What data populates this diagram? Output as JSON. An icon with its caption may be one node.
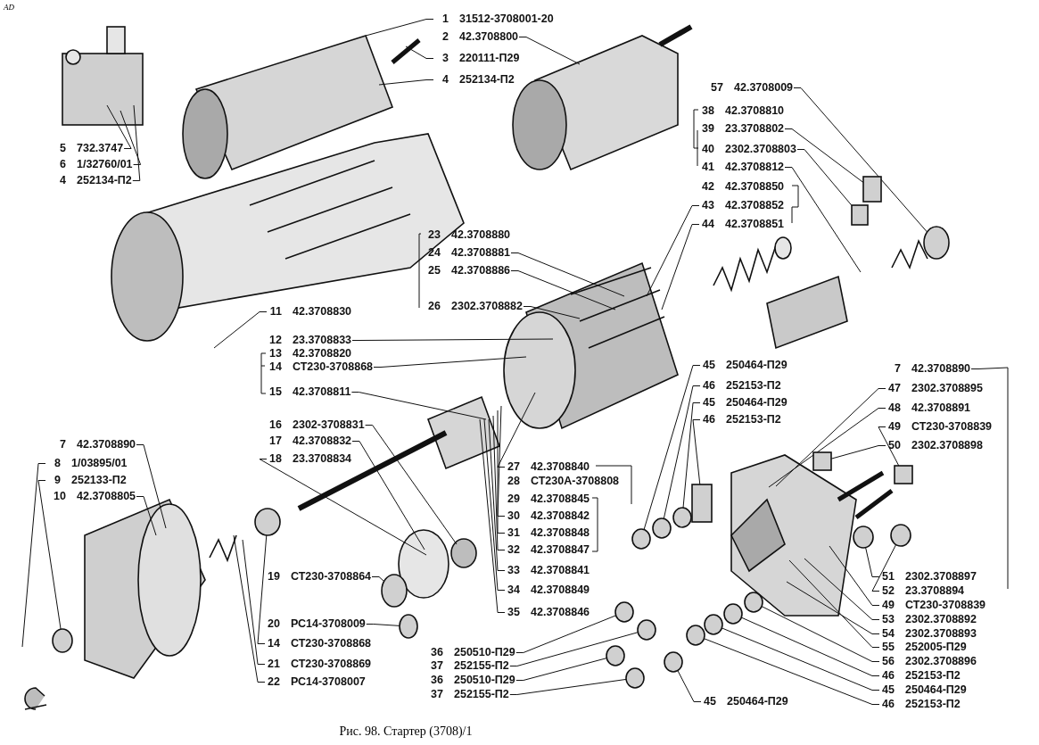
{
  "diagram": {
    "caption": "Рис. 98. Стартер (3708)/1",
    "nodes": [
      {
        "text": [
          "1",
          "31512-3708001-20"
        ]
      },
      {
        "text": [
          "2",
          "42.3708800"
        ]
      },
      {
        "text": [
          "3",
          "220111-П29"
        ]
      },
      {
        "text": [
          "4",
          "252134-П2"
        ]
      },
      {
        "text": [
          "5",
          "732.3747"
        ]
      },
      {
        "text": [
          "6",
          "1/32760/01"
        ]
      },
      {
        "text": [
          "4",
          "252134-П2"
        ]
      },
      {
        "text": [
          "57",
          "42.3708009"
        ]
      },
      {
        "text": [
          "38",
          "42.3708810"
        ]
      },
      {
        "text": [
          "39",
          "23.3708802"
        ]
      },
      {
        "text": [
          "40",
          "2302.3708803"
        ]
      },
      {
        "text": [
          "41",
          "42.3708812"
        ]
      },
      {
        "text": [
          "42",
          "42.3708850"
        ]
      },
      {
        "text": [
          "43",
          "42.3708852"
        ]
      },
      {
        "text": [
          "44",
          "42.3708851"
        ]
      },
      {
        "text": [
          "23",
          "42.3708880"
        ]
      },
      {
        "text": [
          "24",
          "42.3708881"
        ]
      },
      {
        "text": [
          "25",
          "42.3708886"
        ]
      },
      {
        "text": [
          "26",
          "2302.3708882"
        ]
      },
      {
        "text": [
          "11",
          "42.3708830"
        ]
      },
      {
        "text": [
          "12",
          "23.3708833"
        ]
      },
      {
        "text": [
          "13",
          "42.3708820"
        ]
      },
      {
        "text": [
          "14",
          "СТ230-3708868"
        ]
      },
      {
        "text": [
          "15",
          "42.3708811"
        ]
      },
      {
        "text": [
          "16",
          "2302-3708831"
        ]
      },
      {
        "text": [
          "17",
          "42.3708832"
        ]
      },
      {
        "text": [
          "18",
          "23.3708834"
        ]
      },
      {
        "text": [
          "27",
          "42.3708840"
        ]
      },
      {
        "text": [
          "28",
          "СТ230А-3708808"
        ]
      },
      {
        "text": [
          "29",
          "42.3708845"
        ]
      },
      {
        "text": [
          "30",
          "42.3708842"
        ]
      },
      {
        "text": [
          "31",
          "42.3708848"
        ]
      },
      {
        "text": [
          "32",
          "42.3708847"
        ]
      },
      {
        "text": [
          "33",
          "42.3708841"
        ]
      },
      {
        "text": [
          "34",
          "42.3708849"
        ]
      },
      {
        "text": [
          "35",
          "42.3708846"
        ]
      },
      {
        "text": [
          "36",
          "250510-П29"
        ]
      },
      {
        "text": [
          "37",
          "252155-П2"
        ]
      },
      {
        "text": [
          "36",
          "250510-П29"
        ]
      },
      {
        "text": [
          "37",
          "252155-П2"
        ]
      },
      {
        "text": [
          "19",
          "СТ230-3708864"
        ]
      },
      {
        "text": [
          "20",
          "РС14-3708009"
        ]
      },
      {
        "text": [
          "14",
          "СТ230-3708868"
        ]
      },
      {
        "text": [
          "21",
          "СТ230-3708869"
        ]
      },
      {
        "text": [
          "22",
          "РС14-3708007"
        ]
      },
      {
        "text": [
          "7",
          "42.3708890"
        ]
      },
      {
        "text": [
          "8",
          "1/03895/01"
        ]
      },
      {
        "text": [
          "9",
          "252133-П2"
        ]
      },
      {
        "text": [
          "10",
          "42.3708805"
        ]
      },
      {
        "text": [
          "45",
          "250464-П29"
        ]
      },
      {
        "text": [
          "46",
          "252153-П2"
        ]
      },
      {
        "text": [
          "45",
          "250464-П29"
        ]
      },
      {
        "text": [
          "46",
          "252153-П2"
        ]
      },
      {
        "text": [
          "7",
          "42.3708890"
        ]
      },
      {
        "text": [
          "47",
          "2302.3708895"
        ]
      },
      {
        "text": [
          "48",
          "42.3708891"
        ]
      },
      {
        "text": [
          "49",
          "СТ230-3708839"
        ]
      },
      {
        "text": [
          "50",
          "2302.3708898"
        ]
      },
      {
        "text": [
          "51",
          "2302.3708897"
        ]
      },
      {
        "text": [
          "52",
          "23.3708894"
        ]
      },
      {
        "text": [
          "49",
          "СТ230-3708839"
        ]
      },
      {
        "text": [
          "53",
          "2302.3708892"
        ]
      },
      {
        "text": [
          "54",
          "2302.3708893"
        ]
      },
      {
        "text": [
          "55",
          "252005-П29"
        ]
      },
      {
        "text": [
          "56",
          "2302.3708896"
        ]
      },
      {
        "text": [
          "46",
          "252153-П2"
        ]
      },
      {
        "text": [
          "45",
          "250464-П29"
        ]
      },
      {
        "text": [
          "46",
          "252153-П2"
        ]
      },
      {
        "text": [
          "45",
          "250464-П29"
        ]
      },
      {
        "text": [],
        "shape": "circle"
      },
      {
        "text": [],
        "shape": "box"
      },
      {
        "text": [],
        "shape": "box"
      },
      {
        "text": [],
        "shape": "circle"
      },
      {
        "text": [],
        "shape": "circle"
      },
      {
        "text": [],
        "shape": "circle"
      },
      {
        "text": [],
        "shape": "circle"
      },
      {
        "text": [],
        "shape": "circle"
      },
      {
        "text": [],
        "shape": "circle"
      },
      {
        "text": [],
        "shape": "circle"
      },
      {
        "text": [],
        "shape": "circle"
      },
      {
        "text": [],
        "shape": "circle"
      },
      {
        "text": [],
        "shape": "circle"
      },
      {
        "text": [],
        "shape": "circle"
      },
      {
        "text": [],
        "shape": "box"
      },
      {
        "text": [],
        "shape": "box"
      },
      {
        "text": [],
        "shape": "box"
      },
      {
        "text": [],
        "shape": "circle"
      },
      {
        "text": [],
        "shape": "circle"
      },
      {
        "text": [],
        "shape": "circle"
      },
      {
        "text": [],
        "shape": "circle"
      },
      {
        "text": [],
        "shape": "circle"
      },
      {
        "text": [],
        "shape": "circle"
      },
      {
        "text": [],
        "shape": "circle"
      }
    ],
    "edges": [
      {
        "from": 0,
        "to": null,
        "arrow": "none"
      },
      {
        "from": 1,
        "to": null,
        "arrow": "none"
      },
      {
        "from": 2,
        "to": null,
        "arrow": "none"
      },
      {
        "from": 3,
        "to": null,
        "arrow": "none"
      },
      {
        "from": 4,
        "to": null,
        "arrow": "none"
      },
      {
        "from": 5,
        "to": null,
        "arrow": "none"
      },
      {
        "from": 6,
        "to": null,
        "arrow": "none"
      },
      {
        "from": 7,
        "to": 69,
        "arrow": "none"
      },
      {
        "from": 9,
        "to": 70,
        "arrow": "none"
      },
      {
        "from": 10,
        "to": 71,
        "arrow": "none"
      },
      {
        "from": 11,
        "to": null,
        "arrow": "none"
      },
      {
        "from": 13,
        "to": null,
        "arrow": "none"
      },
      {
        "from": 14,
        "to": null,
        "arrow": "none"
      },
      {
        "from": 16,
        "to": null,
        "arrow": "none"
      },
      {
        "from": 17,
        "to": null,
        "arrow": "none"
      },
      {
        "from": 18,
        "to": null,
        "arrow": "none"
      },
      {
        "from": 19,
        "to": null,
        "arrow": "none"
      },
      {
        "from": 20,
        "to": null,
        "arrow": "none"
      },
      {
        "from": 22,
        "to": null,
        "arrow": "none"
      },
      {
        "from": 23,
        "to": null,
        "arrow": "none"
      },
      {
        "from": 24,
        "to": null,
        "arrow": "none"
      },
      {
        "from": 25,
        "to": null,
        "arrow": "none"
      },
      {
        "from": 26,
        "to": null,
        "arrow": "none"
      },
      {
        "from": 27,
        "to": null,
        "arrow": "none"
      },
      {
        "from": 30,
        "to": null,
        "arrow": "none"
      },
      {
        "from": 31,
        "to": null,
        "arrow": "none"
      },
      {
        "from": 32,
        "to": null,
        "arrow": "none"
      },
      {
        "from": 33,
        "to": null,
        "arrow": "none"
      },
      {
        "from": 34,
        "to": null,
        "arrow": "none"
      },
      {
        "from": 35,
        "to": null,
        "arrow": "none"
      },
      {
        "from": 36,
        "to": 72,
        "arrow": "none"
      },
      {
        "from": 37,
        "to": 73,
        "arrow": "none"
      },
      {
        "from": 38,
        "to": 74,
        "arrow": "none"
      },
      {
        "from": 39,
        "to": 75,
        "arrow": "none"
      },
      {
        "from": 40,
        "to": 76,
        "arrow": "none"
      },
      {
        "from": 41,
        "to": 77,
        "arrow": "none"
      },
      {
        "from": 42,
        "to": 78,
        "arrow": "none"
      },
      {
        "from": 43,
        "to": null,
        "arrow": "none"
      },
      {
        "from": 44,
        "to": null,
        "arrow": "none"
      },
      {
        "from": 45,
        "to": null,
        "arrow": "none"
      },
      {
        "from": 46,
        "to": null,
        "arrow": "none"
      },
      {
        "from": 47,
        "to": 79,
        "arrow": "none"
      },
      {
        "from": 48,
        "to": null,
        "arrow": "none"
      },
      {
        "from": 49,
        "to": 80,
        "arrow": "none"
      },
      {
        "from": 50,
        "to": 81,
        "arrow": "none"
      },
      {
        "from": 51,
        "to": 82,
        "arrow": "none"
      },
      {
        "from": 52,
        "to": 83,
        "arrow": "none"
      },
      {
        "from": 53,
        "to": null,
        "arrow": "none"
      },
      {
        "from": 54,
        "to": null,
        "arrow": "none"
      },
      {
        "from": 55,
        "to": null,
        "arrow": "none"
      },
      {
        "from": 56,
        "to": 85,
        "arrow": "none"
      },
      {
        "from": 57,
        "to": 84,
        "arrow": "none"
      },
      {
        "from": 58,
        "to": 86,
        "arrow": "none"
      },
      {
        "from": 59,
        "to": 87,
        "arrow": "none"
      },
      {
        "from": 60,
        "to": null,
        "arrow": "none"
      },
      {
        "from": 61,
        "to": null,
        "arrow": "none"
      },
      {
        "from": 62,
        "to": null,
        "arrow": "none"
      },
      {
        "from": 63,
        "to": null,
        "arrow": "none"
      },
      {
        "from": 64,
        "to": 88,
        "arrow": "none"
      },
      {
        "from": 65,
        "to": 89,
        "arrow": "none"
      },
      {
        "from": 66,
        "to": 90,
        "arrow": "none"
      },
      {
        "from": 67,
        "to": 91,
        "arrow": "none"
      },
      {
        "from": 68,
        "to": 92,
        "arrow": "none"
      }
    ],
    "labels": [
      "AD"
    ]
  }
}
